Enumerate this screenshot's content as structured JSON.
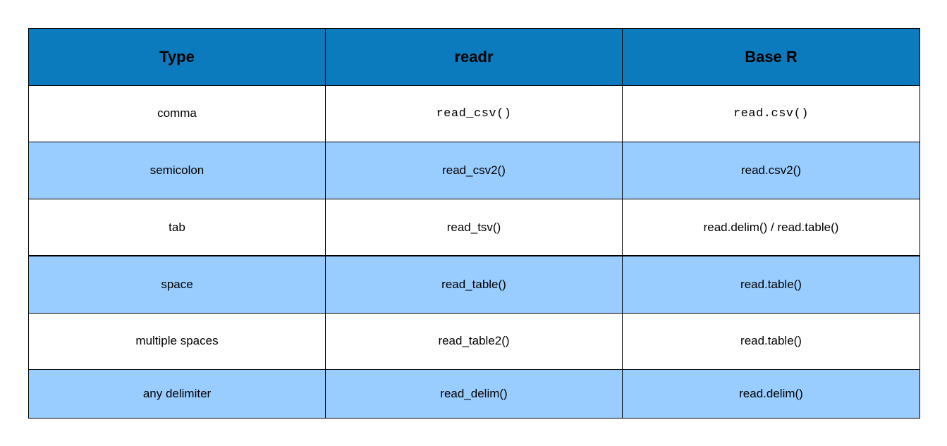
{
  "table": {
    "header": {
      "type": "Type",
      "readr": "readr",
      "base_r": "Base R"
    },
    "rows": [
      {
        "type": "comma",
        "readr": "read_csv()",
        "base_r": "read.csv()"
      },
      {
        "type": "semicolon",
        "readr": "read_csv2()",
        "base_r": "read.csv2()"
      },
      {
        "type": "tab",
        "readr": "read_tsv()",
        "base_r": "read.delim() / read.table()"
      },
      {
        "type": "space",
        "readr": "read_table()",
        "base_r": "read.table()"
      },
      {
        "type": "multiple spaces",
        "readr": "read_table2()",
        "base_r": "read.table()"
      },
      {
        "type": "any delimiter",
        "readr": "read_delim()",
        "base_r": "read.delim()"
      }
    ]
  },
  "colors": {
    "header_bg": "#0c7bbd",
    "shaded_row_bg": "#99ccff",
    "plain_row_bg": "#ffffff"
  }
}
